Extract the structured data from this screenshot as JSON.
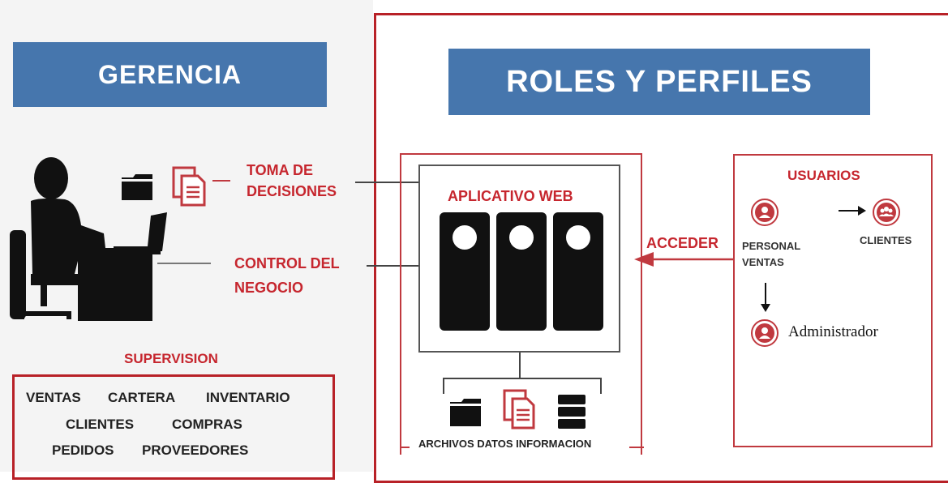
{
  "left": {
    "banner": "GERENCIA",
    "toma": [
      "TOMA DE",
      "DECISIONES"
    ],
    "control": [
      "CONTROL DEL",
      "NEGOCIO"
    ],
    "supervision": "SUPERVISION",
    "items": [
      "VENTAS",
      "CARTERA",
      "INVENTARIO",
      "CLIENTES",
      "COMPRAS",
      "PEDIDOS",
      "PROVEEDORES"
    ]
  },
  "right": {
    "banner": "ROLES Y PERFILES",
    "app_title": "APLICATIVO WEB",
    "acceder": "ACCEDER",
    "storage": "ARCHIVOS DATOS INFORMACION",
    "users": {
      "title": "USUARIOS",
      "personal": [
        "PERSONAL",
        "VENTAS"
      ],
      "clientes": "CLIENTES",
      "admin": "Administrador"
    }
  },
  "colors": {
    "banner": "#4676ad",
    "accent_red": "#c6262e"
  }
}
